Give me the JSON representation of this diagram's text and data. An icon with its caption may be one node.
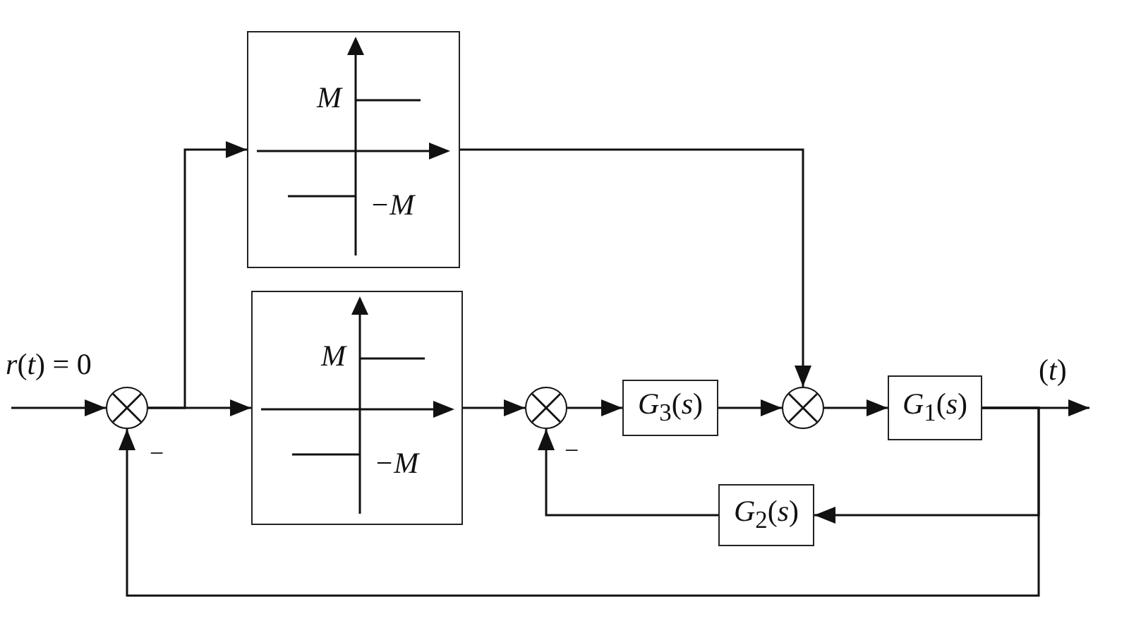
{
  "diagram": {
    "nodes": [
      {
        "text": [],
        "shape": "circle"
      },
      {
        "text": [
          "M",
          "−M"
        ]
      },
      {
        "text": [
          "M",
          "−M"
        ]
      },
      {
        "text": [],
        "shape": "circle"
      },
      {
        "text": [
          "*G*$_{3}$(*s*)"
        ]
      },
      {
        "text": [],
        "shape": "circle"
      },
      {
        "text": [
          "*G*$_{1}$(*s*)"
        ]
      },
      {
        "text": [
          "*G*$_{2}$(*s*)"
        ]
      }
    ],
    "edges": [
      {
        "from": null,
        "to": 0,
        "arrow": "to",
        "label": "*r*(*t*) = 0"
      },
      {
        "from": 0,
        "to": 1,
        "arrow": "to"
      },
      {
        "from": 0,
        "to": 2,
        "arrow": "to"
      },
      {
        "from": 1,
        "to": 5,
        "arrow": "to"
      },
      {
        "from": 2,
        "to": 3,
        "arrow": "to"
      },
      {
        "from": 3,
        "to": 4,
        "arrow": "to"
      },
      {
        "from": 4,
        "to": 5,
        "arrow": "to"
      },
      {
        "from": 5,
        "to": 6,
        "arrow": "to"
      },
      {
        "from": 6,
        "to": null,
        "arrow": "to",
        "label": "(*t*)"
      },
      {
        "from": 6,
        "to": 7,
        "arrow": "to"
      },
      {
        "from": 7,
        "to": 3,
        "arrow": "to"
      },
      {
        "from": 6,
        "to": 0,
        "arrow": "to"
      }
    ],
    "labels": [
      "−",
      "−"
    ]
  }
}
